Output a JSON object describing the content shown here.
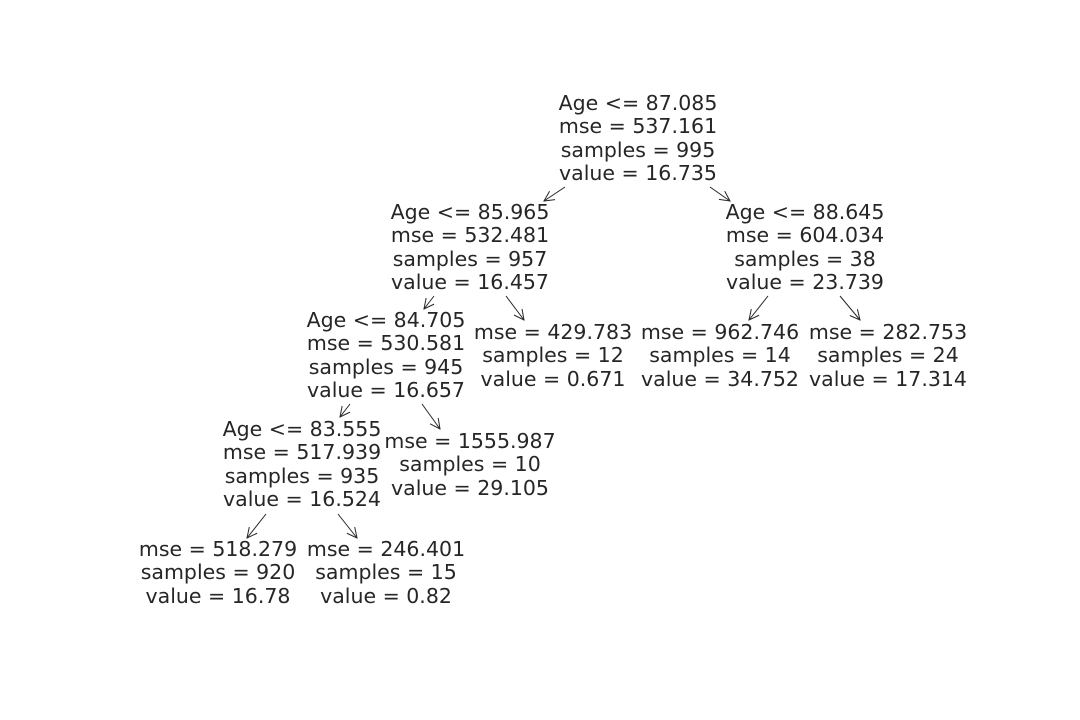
{
  "tree": {
    "nodes": [
      {
        "id": "n0",
        "lines": [
          "Age <= 87.085",
          "mse = 537.161",
          "samples = 995",
          "value = 16.735"
        ]
      },
      {
        "id": "n1",
        "lines": [
          "Age <= 85.965",
          "mse = 532.481",
          "samples = 957",
          "value = 16.457"
        ]
      },
      {
        "id": "n2",
        "lines": [
          "Age <= 84.705",
          "mse = 530.581",
          "samples = 945",
          "value = 16.657"
        ]
      },
      {
        "id": "n3",
        "lines": [
          "Age <= 83.555",
          "mse = 517.939",
          "samples = 935",
          "value = 16.524"
        ]
      },
      {
        "id": "n4",
        "lines": [
          "mse = 518.279",
          "samples = 920",
          "value = 16.78"
        ]
      },
      {
        "id": "n5",
        "lines": [
          "mse = 246.401",
          "samples = 15",
          "value = 0.82"
        ]
      },
      {
        "id": "n6",
        "lines": [
          "mse = 1555.987",
          "samples = 10",
          "value = 29.105"
        ]
      },
      {
        "id": "n7",
        "lines": [
          "mse = 429.783",
          "samples = 12",
          "value = 0.671"
        ]
      },
      {
        "id": "n8",
        "lines": [
          "Age <= 88.645",
          "mse = 604.034",
          "samples = 38",
          "value = 23.739"
        ]
      },
      {
        "id": "n9",
        "lines": [
          "mse = 962.746",
          "samples = 14",
          "value = 34.752"
        ]
      },
      {
        "id": "n10",
        "lines": [
          "mse = 282.753",
          "samples = 24",
          "value = 17.314"
        ]
      }
    ],
    "edges": [
      [
        "n0",
        "n1"
      ],
      [
        "n0",
        "n8"
      ],
      [
        "n1",
        "n2"
      ],
      [
        "n1",
        "n7"
      ],
      [
        "n2",
        "n3"
      ],
      [
        "n2",
        "n6"
      ],
      [
        "n3",
        "n4"
      ],
      [
        "n3",
        "n5"
      ],
      [
        "n8",
        "n9"
      ],
      [
        "n8",
        "n10"
      ]
    ]
  }
}
